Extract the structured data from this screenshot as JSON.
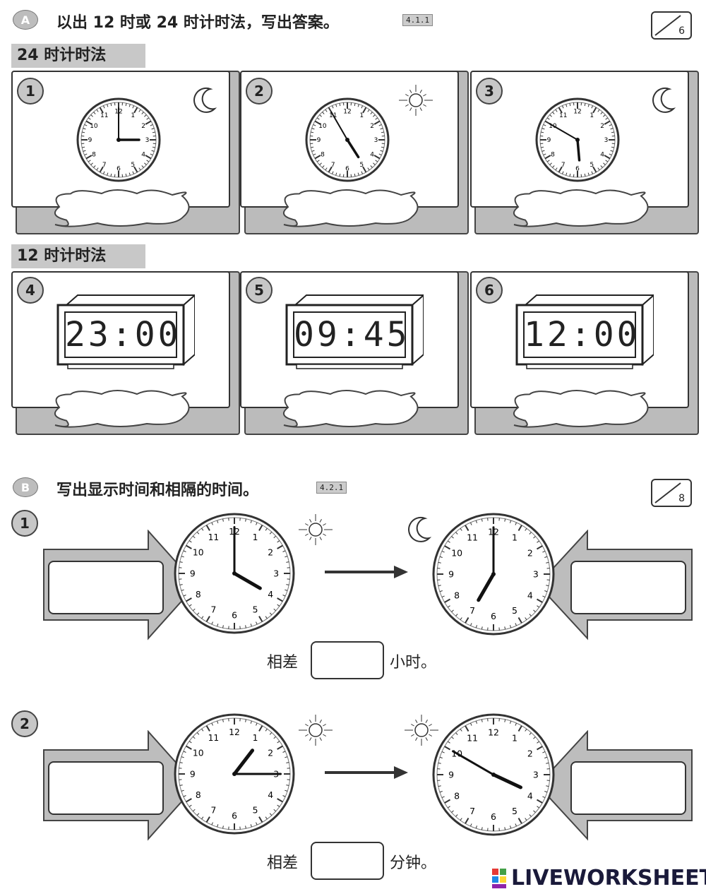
{
  "section_a": {
    "badge": "A",
    "title": "以出 12 时或 24 时计时法，写出答案。",
    "ref": "4.1.1",
    "score_total": "6",
    "group1_title": "24 时计时法",
    "group2_title": "12 时计时法",
    "analog": [
      {
        "num": "1",
        "hour": 3,
        "minute": 0,
        "icon": "moon-icon"
      },
      {
        "num": "2",
        "hour": 4,
        "minute": 55,
        "icon": "sun-icon"
      },
      {
        "num": "3",
        "hour": 5,
        "minute": 50,
        "icon": "moon-icon"
      }
    ],
    "digital": [
      {
        "num": "4",
        "time": "23:00"
      },
      {
        "num": "5",
        "time": "09:45"
      },
      {
        "num": "6",
        "time": "12:00"
      }
    ]
  },
  "section_b": {
    "badge": "B",
    "title": "写出显示时间和相隔的时间。",
    "ref": "4.2.1",
    "score_total": "8",
    "q1": {
      "num": "1",
      "clock1": {
        "hour": 4,
        "minute": 0,
        "icon": "sun-icon"
      },
      "clock2": {
        "hour": 7,
        "minute": 0,
        "icon": "moon-icon"
      },
      "diff_prefix": "相差",
      "diff_suffix": "小时。"
    },
    "q2": {
      "num": "2",
      "clock1": {
        "hour": 1,
        "minute": 15,
        "icon": "sun-icon"
      },
      "clock2": {
        "hour": 3,
        "minute": 50,
        "icon": "sun-icon"
      },
      "diff_prefix": "相差",
      "diff_suffix": "分钟。"
    }
  },
  "watermark": "LIVEWORKSHEETS"
}
